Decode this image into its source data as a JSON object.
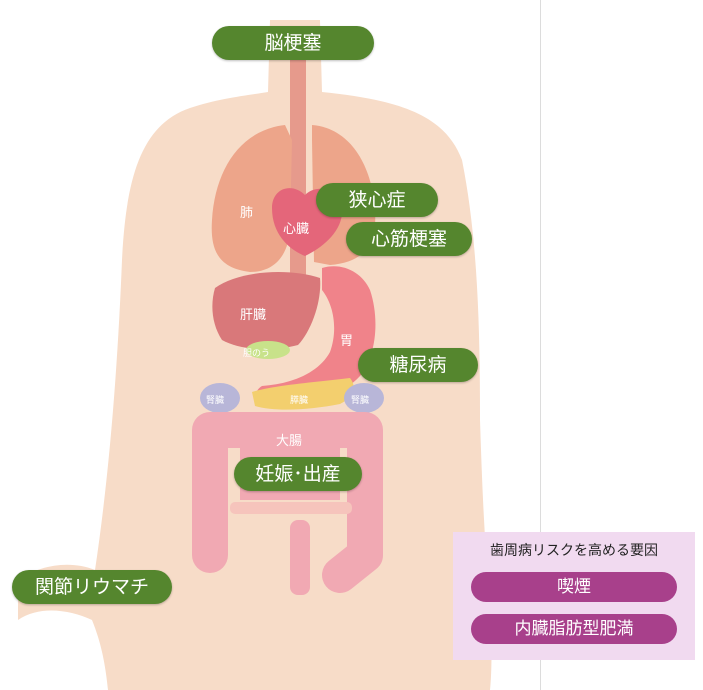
{
  "colors": {
    "skin": "#f7dcc8",
    "pill_green": "#55862e",
    "risk_bg": "#f1daf0",
    "risk_pill": "#a8408b",
    "lung": "#eda58a",
    "heart": "#e4667a",
    "liver": "#d9787a",
    "stomach": "#f0838a",
    "pancreas": "#f3cf6e",
    "kidney": "#b8b6d8",
    "intestine": "#f1a9b3"
  },
  "labels": {
    "stroke": "脳梗塞",
    "angina": "狭心症",
    "infarction": "心筋梗塞",
    "diabetes": "糖尿病",
    "pregnancy": "妊娠･出産",
    "rheumatism": "関節リウマチ"
  },
  "organs": {
    "lung": "肺",
    "heart": "心臓",
    "liver": "肝臓",
    "stomach": "胃",
    "gallbladder": "胆のう",
    "pancreas": "膵臓",
    "kidney_left": "腎臓",
    "kidney_right": "腎臓",
    "colon": "大腸"
  },
  "risk_box": {
    "title": "歯周病リスクを高める要因",
    "items": [
      "喫煙",
      "内臓脂肪型肥満"
    ]
  }
}
